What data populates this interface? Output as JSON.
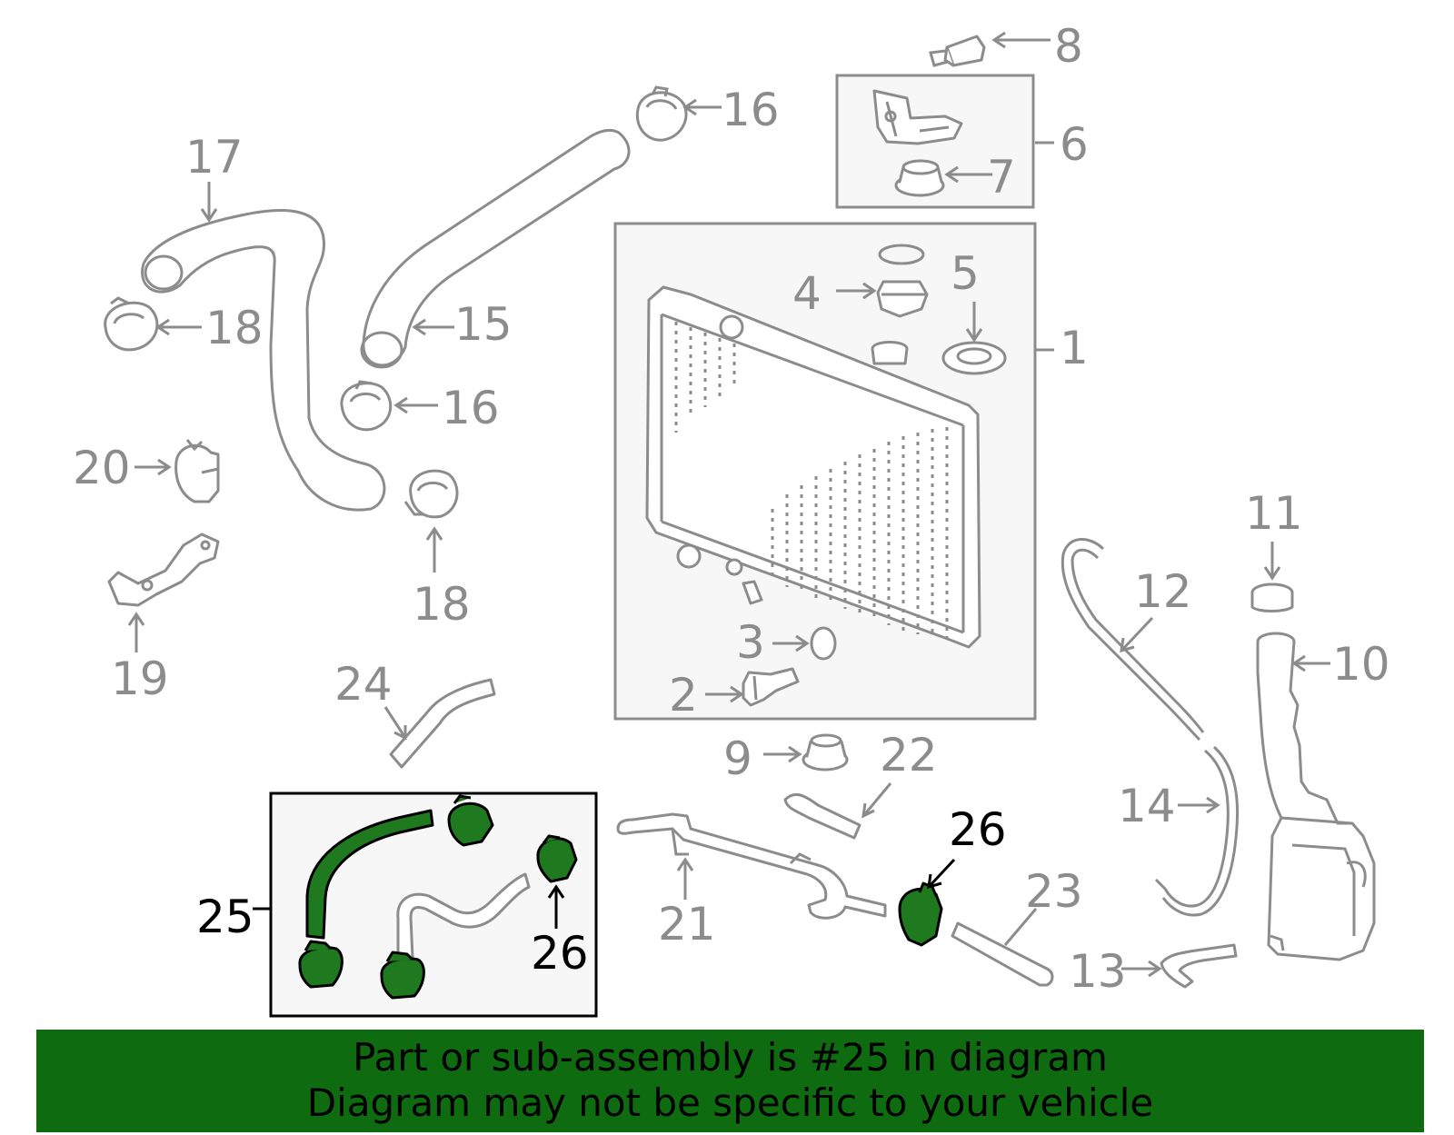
{
  "colors": {
    "part_outline": "#8c8c8c",
    "highlight_fill": "#1f7a1f",
    "highlight_outline": "#000000",
    "banner_bg": "#0f6b0f",
    "box_fill": "#f7f7f7"
  },
  "callouts": {
    "c1": "1",
    "c2": "2",
    "c3": "3",
    "c4": "4",
    "c5": "5",
    "c6": "6",
    "c7": "7",
    "c8": "8",
    "c9": "9",
    "c10": "10",
    "c11": "11",
    "c12": "12",
    "c13": "13",
    "c14": "14",
    "c15": "15",
    "c16a": "16",
    "c16b": "16",
    "c17": "17",
    "c18a": "18",
    "c18b": "18",
    "c19": "19",
    "c20": "20",
    "c21": "21",
    "c22": "22",
    "c23": "23",
    "c24": "24",
    "c25": "25",
    "c26a": "26",
    "c26b": "26"
  },
  "banner": {
    "line1": "Part or sub-assembly is #25 in diagram",
    "line2": "Diagram may not be specific to your vehicle"
  }
}
